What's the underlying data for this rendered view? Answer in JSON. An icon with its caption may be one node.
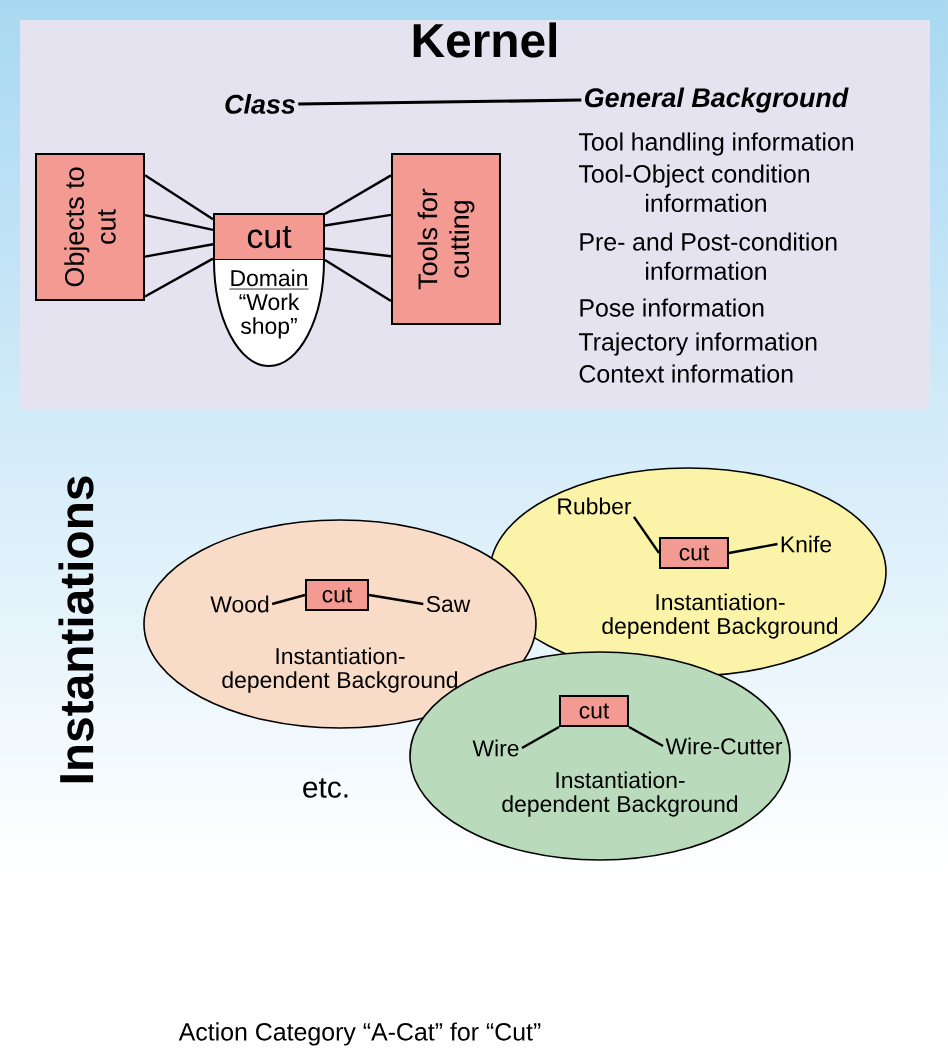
{
  "diagram": {
    "caption": "Action Category “A-Cat” for “Cut”",
    "nodes": [
      {
        "text": [
          "Kernel"
        ]
      },
      {
        "text": [
          "Objects to cut"
        ],
        "in": 0
      },
      {
        "text": [
          "cut"
        ],
        "in": 0
      },
      {
        "text": [
          "Tools for cutting"
        ],
        "in": 0
      },
      {
        "text": [
          "Domain",
          "“Work shop”"
        ],
        "in": 0
      },
      {
        "text": [
          "Class"
        ],
        "in": 0
      },
      {
        "text": [
          "General Background"
        ],
        "in": 0
      },
      {
        "text": [
          "Instantiation-dependent Background"
        ]
      },
      {
        "text": [
          "Wood"
        ],
        "in": 7
      },
      {
        "text": [
          "cut"
        ],
        "in": 7
      },
      {
        "text": [
          "Saw"
        ],
        "in": 7
      },
      {
        "text": [
          "Instantiation-dependent Background"
        ]
      },
      {
        "text": [
          "Rubber"
        ],
        "in": 11
      },
      {
        "text": [
          "cut"
        ],
        "in": 11
      },
      {
        "text": [
          "Knife"
        ],
        "in": 11
      },
      {
        "text": [
          "Instantiation-dependent Background"
        ]
      },
      {
        "text": [
          "cut"
        ],
        "in": 15
      },
      {
        "text": [
          "Wire"
        ],
        "in": 15
      },
      {
        "text": [
          "Wire-Cutter"
        ],
        "in": 15
      }
    ],
    "edges": [
      {
        "from": 1,
        "to": 2,
        "arrow": "none"
      },
      {
        "from": 1,
        "to": 2,
        "arrow": "none"
      },
      {
        "from": 1,
        "to": 2,
        "arrow": "none"
      },
      {
        "from": 1,
        "to": 2,
        "arrow": "none"
      },
      {
        "from": 2,
        "to": 3,
        "arrow": "none"
      },
      {
        "from": 2,
        "to": 3,
        "arrow": "none"
      },
      {
        "from": 2,
        "to": 3,
        "arrow": "none"
      },
      {
        "from": 2,
        "to": 3,
        "arrow": "none"
      },
      {
        "from": 5,
        "to": 6,
        "arrow": "none"
      },
      {
        "from": 8,
        "to": 9,
        "arrow": "none"
      },
      {
        "from": 9,
        "to": 10,
        "arrow": "none"
      },
      {
        "from": 12,
        "to": 13,
        "arrow": "none"
      },
      {
        "from": 13,
        "to": 14,
        "arrow": "none"
      },
      {
        "from": 17,
        "to": 16,
        "arrow": "none"
      },
      {
        "from": 16,
        "to": 18,
        "arrow": "none"
      }
    ],
    "labels": [
      "Tool handling information",
      "Tool-Object condition information",
      "Pre- and Post-condition information",
      "Pose information",
      "Trajectory information",
      "Context information",
      "Instantiations",
      "etc."
    ]
  }
}
